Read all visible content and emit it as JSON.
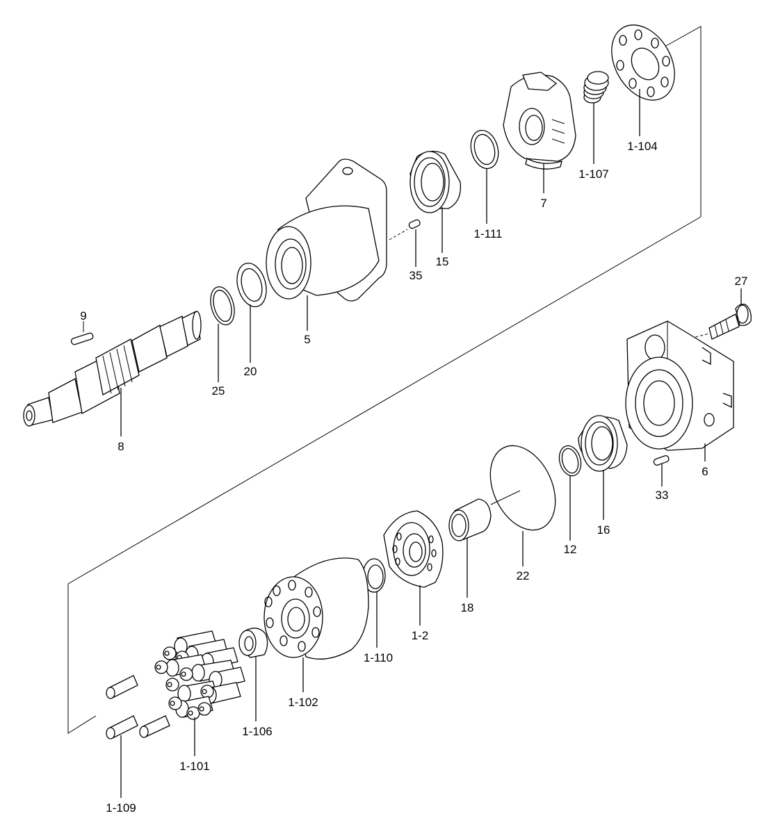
{
  "labels": {
    "p9": "9",
    "p8": "8",
    "p25": "25",
    "p20": "20",
    "p5": "5",
    "p35": "35",
    "p15": "15",
    "p1_111": "1-111",
    "p7": "7",
    "p1_107": "1-107",
    "p1_104": "1-104",
    "p27": "27",
    "p6": "6",
    "p33": "33",
    "p16": "16",
    "p12": "12",
    "p22": "22",
    "p18": "18",
    "p1_2": "1-2",
    "p1_110": "1-110",
    "p1_102": "1-102",
    "p1_106": "1-106",
    "p1_101": "1-101",
    "p1_109": "1-109"
  }
}
